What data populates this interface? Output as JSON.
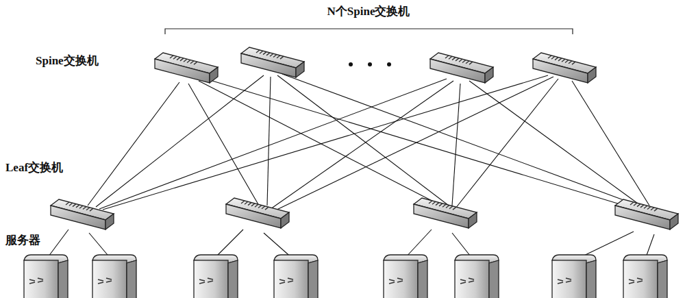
{
  "diagram": {
    "labels": [
      "N个Spine交换机",
      "Spine交换机",
      "Leaf交换机",
      "服务器"
    ]
  }
}
